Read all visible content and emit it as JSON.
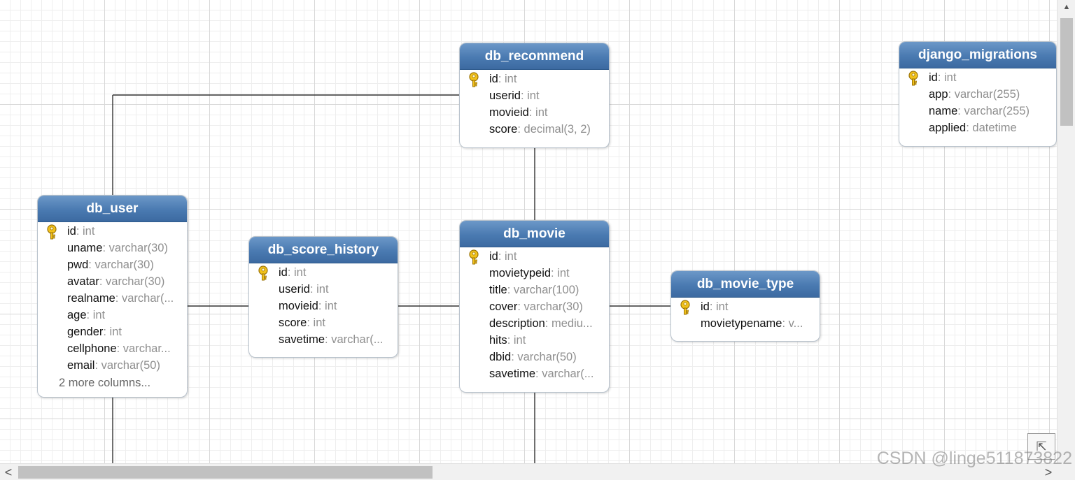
{
  "tables": [
    {
      "name": "db_recommend",
      "columns": [
        {
          "name": "id",
          "type": ": int",
          "pk": true
        },
        {
          "name": "userid",
          "type": ": int",
          "pk": false
        },
        {
          "name": "movieid",
          "type": ": int",
          "pk": false
        },
        {
          "name": "score",
          "type": ": decimal(3, 2)",
          "pk": false
        }
      ],
      "more": ""
    },
    {
      "name": "django_migrations",
      "columns": [
        {
          "name": "id",
          "type": ": int",
          "pk": true
        },
        {
          "name": "app",
          "type": ": varchar(255)",
          "pk": false
        },
        {
          "name": "name",
          "type": ": varchar(255)",
          "pk": false
        },
        {
          "name": "applied",
          "type": ": datetime",
          "pk": false
        }
      ],
      "more": ""
    },
    {
      "name": "db_user",
      "columns": [
        {
          "name": "id",
          "type": ": int",
          "pk": true
        },
        {
          "name": "uname",
          "type": ": varchar(30)",
          "pk": false
        },
        {
          "name": "pwd",
          "type": ": varchar(30)",
          "pk": false
        },
        {
          "name": "avatar",
          "type": ": varchar(30)",
          "pk": false
        },
        {
          "name": "realname",
          "type": ": varchar(...",
          "pk": false
        },
        {
          "name": "age",
          "type": ": int",
          "pk": false
        },
        {
          "name": "gender",
          "type": ": int",
          "pk": false
        },
        {
          "name": "cellphone",
          "type": ": varchar...",
          "pk": false
        },
        {
          "name": "email",
          "type": ": varchar(50)",
          "pk": false
        }
      ],
      "more": "2 more columns..."
    },
    {
      "name": "db_score_history",
      "columns": [
        {
          "name": "id",
          "type": ": int",
          "pk": true
        },
        {
          "name": "userid",
          "type": ": int",
          "pk": false
        },
        {
          "name": "movieid",
          "type": ": int",
          "pk": false
        },
        {
          "name": "score",
          "type": ": int",
          "pk": false
        },
        {
          "name": "savetime",
          "type": ": varchar(...",
          "pk": false
        }
      ],
      "more": ""
    },
    {
      "name": "db_movie",
      "columns": [
        {
          "name": "id",
          "type": ": int",
          "pk": true
        },
        {
          "name": "movietypeid",
          "type": ": int",
          "pk": false
        },
        {
          "name": "title",
          "type": ": varchar(100)",
          "pk": false
        },
        {
          "name": "cover",
          "type": ": varchar(30)",
          "pk": false
        },
        {
          "name": "description",
          "type": ": mediu...",
          "pk": false
        },
        {
          "name": "hits",
          "type": ": int",
          "pk": false
        },
        {
          "name": "dbid",
          "type": ": varchar(50)",
          "pk": false
        },
        {
          "name": "savetime",
          "type": ": varchar(...",
          "pk": false
        }
      ],
      "more": ""
    },
    {
      "name": "db_movie_type",
      "columns": [
        {
          "name": "id",
          "type": ": int",
          "pk": true
        },
        {
          "name": "movietypename",
          "type": ": v...",
          "pk": false
        }
      ],
      "more": ""
    }
  ],
  "scrollbars": {
    "left_arrow": "<",
    "right_arrow": ">",
    "up_arrow": "▲"
  },
  "overview_icon": "expand-arrow-icon",
  "overview_glyph": "⇱",
  "watermark": "CSDN @linge511873822"
}
